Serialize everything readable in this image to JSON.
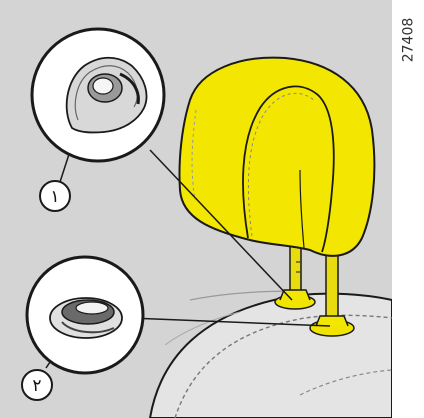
{
  "figure": {
    "reference_number": "27408",
    "callouts": [
      {
        "label": "١"
      },
      {
        "label": "٢"
      }
    ]
  },
  "icons": {
    "detail_1": "headrest-release-button-icon",
    "detail_2": "headrest-latch-button-icon"
  },
  "colors": {
    "background": "#d4d4d4",
    "headrest": "#f3e600",
    "seat": "#e2e2e2",
    "outline": "#1a1a1a"
  }
}
